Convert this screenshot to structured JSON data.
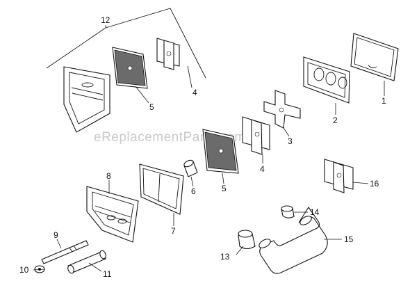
{
  "watermark": "eReplacementParts.com",
  "callouts": {
    "c1": "1",
    "c2": "2",
    "c3": "3",
    "c4a": "4",
    "c4b": "4",
    "c5a": "5",
    "c5b": "5",
    "c6": "6",
    "c7": "7",
    "c8": "8",
    "c9": "9",
    "c10": "10",
    "c11": "11",
    "c12": "12",
    "c13": "13",
    "c14": "14",
    "c15": "15",
    "c16": "16"
  }
}
